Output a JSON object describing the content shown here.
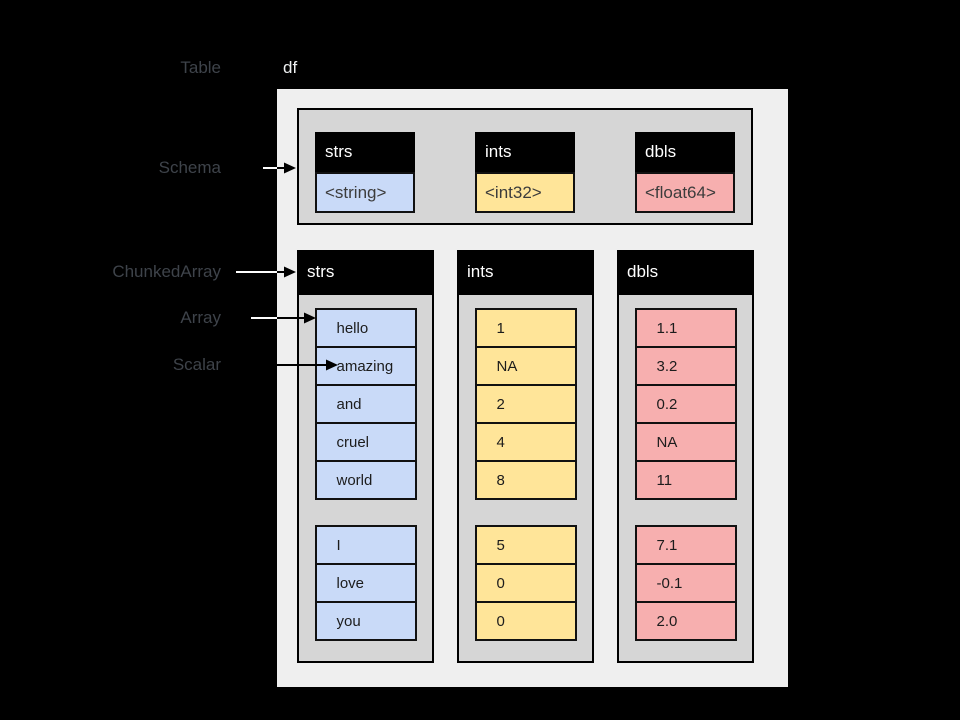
{
  "colors": {
    "canvas_bg": "#000000",
    "table_box_bg": "#efefef",
    "container_bg": "#d6d6d6",
    "label_color": "#3e434a",
    "title_color": "#eef0f1"
  },
  "labels": {
    "table": "Table",
    "schema": "Schema",
    "chunked_array": "ChunkedArray",
    "array": "Array",
    "scalar": "Scalar"
  },
  "table": {
    "variable_name": "df"
  },
  "schema": {
    "fields": [
      {
        "name": "strs",
        "type": "<string>",
        "color": "#c9daf8"
      },
      {
        "name": "ints",
        "type": "<int32>",
        "color": "#ffe599"
      },
      {
        "name": "dbls",
        "type": "<float64>",
        "color": "#f7afaf"
      }
    ]
  },
  "chunked_arrays": [
    {
      "name": "strs",
      "color": "#c9daf8",
      "chunks": [
        [
          "hello",
          "amazing",
          "and",
          "cruel",
          "world"
        ],
        [
          "I",
          "love",
          "you"
        ]
      ]
    },
    {
      "name": "ints",
      "color": "#ffe599",
      "chunks": [
        [
          "1",
          "NA",
          "2",
          "4",
          "8"
        ],
        [
          "5",
          "0",
          "0"
        ]
      ]
    },
    {
      "name": "dbls",
      "color": "#f7afaf",
      "chunks": [
        [
          "1.1",
          "3.2",
          "0.2",
          "NA",
          "11"
        ],
        [
          "7.1",
          "-0.1",
          "2.0"
        ]
      ]
    }
  ]
}
